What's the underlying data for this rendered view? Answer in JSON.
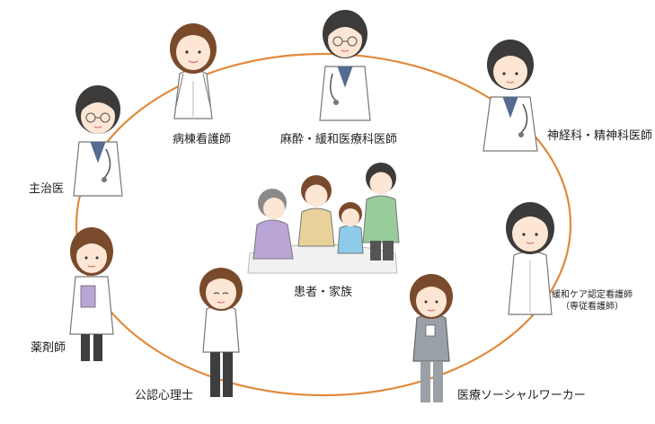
{
  "colors": {
    "ring": "#e08a3c",
    "hair_dark": "#3d3a3a",
    "hair_brown": "#7a4a2c",
    "skin": "#fde6d4",
    "coat": "#ffffff",
    "scrub_green": "#98cc9a",
    "scrub_lilac": "#b9a6d6",
    "shirt_blue": "#8ecbe8",
    "shirt_tan": "#e9d29a",
    "uniform_gray": "#9aa0a8",
    "pants_dark": "#3e3e3e"
  },
  "center": {
    "label": "患者・家族"
  },
  "roles": [
    {
      "id": "ward_nurse",
      "label": "病棟看護師",
      "icon": "nurse-figure"
    },
    {
      "id": "palliative_doctor",
      "label": "麻酔・緩和医療科医師",
      "icon": "doctor-figure"
    },
    {
      "id": "neuro_psych",
      "label": "神経科・精神科医師",
      "icon": "doctor-figure"
    },
    {
      "id": "cert_nurse",
      "label_line1": "緩和ケア認定看護師",
      "label_line2": "（専従看護師）",
      "icon": "nurse-figure"
    },
    {
      "id": "social_worker",
      "label": "医療ソーシャルワーカー",
      "icon": "staff-figure"
    },
    {
      "id": "psychologist",
      "label": "公認心理士",
      "icon": "staff-figure"
    },
    {
      "id": "pharmacist",
      "label": "薬剤師",
      "icon": "pharmacist-figure"
    },
    {
      "id": "attending",
      "label": "主治医",
      "icon": "doctor-figure"
    }
  ]
}
